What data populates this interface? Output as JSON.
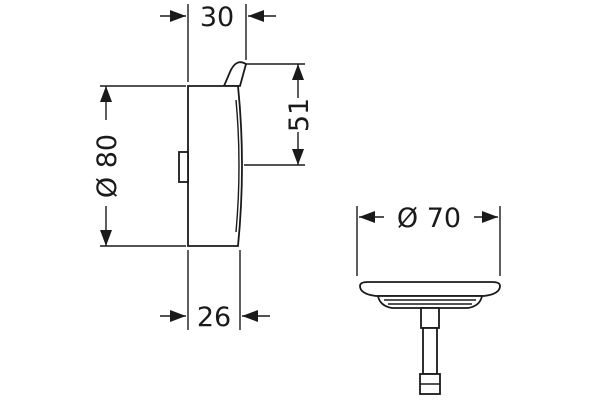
{
  "dimensions": {
    "width_top": "30",
    "height_right": "51",
    "diameter_left": "Ø 80",
    "width_bottom": "26",
    "diameter_plug": "Ø 70"
  },
  "colors": {
    "line": "#1a1a1a",
    "background": "#ffffff"
  }
}
